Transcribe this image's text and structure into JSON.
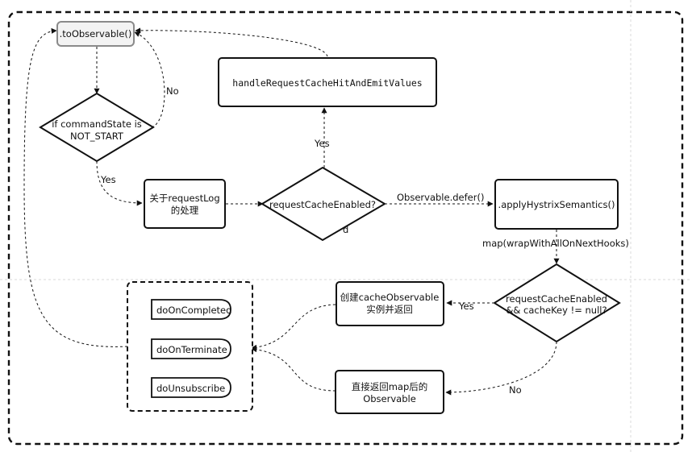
{
  "nodes": {
    "to_observable": ".toObservable()",
    "command_state_line1": "if commandState is",
    "command_state_line2": "NOT_START",
    "handle_cache": "handleRequestCacheHitAndEmitValues",
    "request_log_line1": "关于requestLog",
    "request_log_line2": "的处理",
    "request_cache_enabled": "requestCacheEnabled?",
    "apply_hystrix": ".applyHystrixSemantics()",
    "cache_check_line1": "requestCacheEnabled",
    "cache_check_line2": "&& cacheKey != null?",
    "create_cache_line1": "创建cacheObservable",
    "create_cache_line2": "实例并返回",
    "return_map_line1": "直接返回map后的",
    "return_map_line2": "Observable",
    "do_on_completed": "doOnCompleted",
    "do_on_terminate": "doOnTerminate",
    "do_unsubscribe": "doUnsubscribe"
  },
  "edge_labels": {
    "no_top": "No",
    "yes_left": "Yes",
    "yes_up": "Yes",
    "d_label": "d",
    "observable_defer": "Observable.defer()",
    "map_hooks": "map(wrapWithAllOnNextHooks)",
    "yes_cache": "Yes",
    "no_cache": "No"
  },
  "colors": {
    "stroke": "#111111",
    "highlight_fill": "#f3f3f3",
    "highlight_stroke": "#8a8a8a"
  }
}
